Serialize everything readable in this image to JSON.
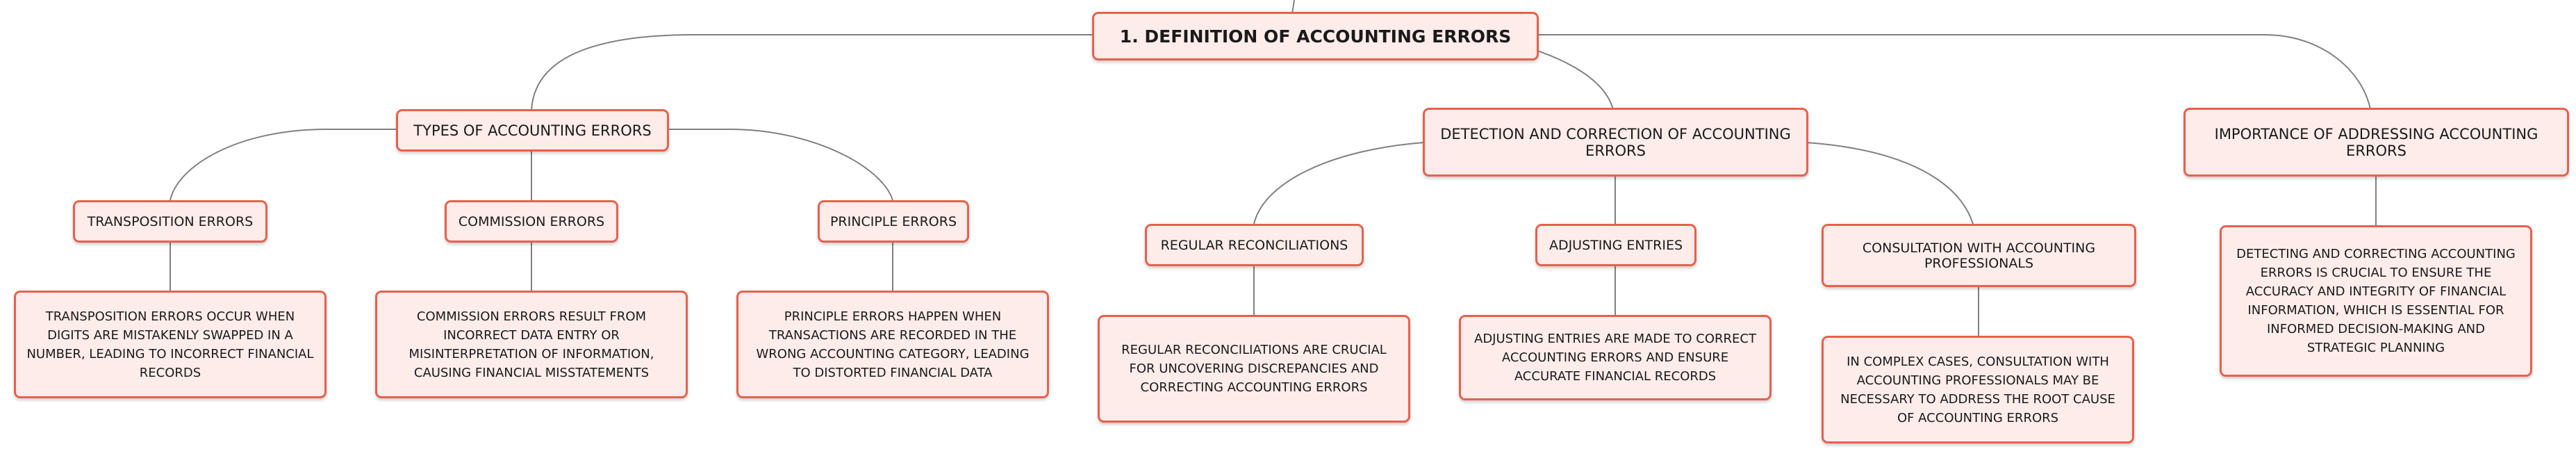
{
  "root": {
    "title": "1. DEFINITION OF ACCOUNTING ERRORS"
  },
  "branches": [
    {
      "title": "TYPES OF ACCOUNTING ERRORS",
      "children": [
        {
          "title": "TRANSPOSITION ERRORS",
          "detail": "TRANSPOSITION ERRORS OCCUR WHEN DIGITS ARE MISTAKENLY SWAPPED IN A NUMBER, LEADING TO INCORRECT FINANCIAL RECORDS"
        },
        {
          "title": "COMMISSION ERRORS",
          "detail": "COMMISSION ERRORS RESULT FROM INCORRECT DATA ENTRY OR MISINTERPRETATION OF INFORMATION, CAUSING FINANCIAL MISSTATEMENTS"
        },
        {
          "title": "PRINCIPLE ERRORS",
          "detail": "PRINCIPLE ERRORS HAPPEN WHEN TRANSACTIONS ARE RECORDED IN THE WRONG ACCOUNTING CATEGORY, LEADING TO DISTORTED FINANCIAL DATA"
        }
      ]
    },
    {
      "title": "DETECTION AND CORRECTION OF ACCOUNTING ERRORS",
      "children": [
        {
          "title": "REGULAR RECONCILIATIONS",
          "detail": "REGULAR RECONCILIATIONS ARE CRUCIAL FOR UNCOVERING DISCREPANCIES AND CORRECTING ACCOUNTING ERRORS"
        },
        {
          "title": "ADJUSTING ENTRIES",
          "detail": "ADJUSTING ENTRIES ARE MADE TO CORRECT ACCOUNTING ERRORS AND ENSURE ACCURATE FINANCIAL RECORDS"
        },
        {
          "title": "CONSULTATION WITH ACCOUNTING PROFESSIONALS",
          "detail": "IN COMPLEX CASES, CONSULTATION WITH ACCOUNTING PROFESSIONALS MAY BE NECESSARY TO ADDRESS THE ROOT CAUSE OF ACCOUNTING ERRORS"
        }
      ]
    },
    {
      "title": "IMPORTANCE OF ADDRESSING ACCOUNTING ERRORS",
      "detail": "DETECTING AND CORRECTING ACCOUNTING ERRORS IS CRUCIAL TO ENSURE THE ACCURACY AND INTEGRITY OF FINANCIAL INFORMATION, WHICH IS ESSENTIAL FOR INFORMED DECISION-MAKING AND STRATEGIC PLANNING"
    }
  ],
  "colors": {
    "border": "#e8604c",
    "fill": "#fdecea",
    "line": "#808080"
  }
}
